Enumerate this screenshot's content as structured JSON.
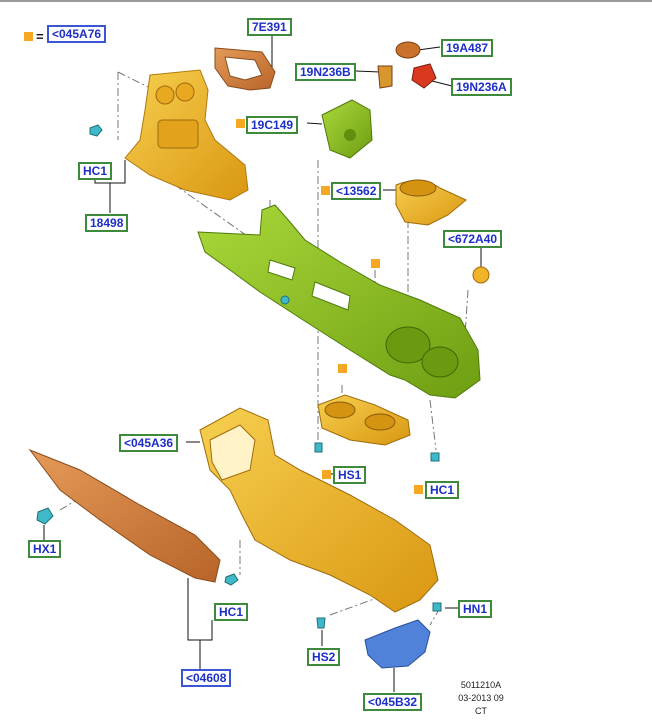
{
  "legend": {
    "equals": "=",
    "code": "<045A76"
  },
  "labels": {
    "7E391": "7E391",
    "19A487": "19A487",
    "19N236B": "19N236B",
    "19N236A": "19N236A",
    "19C149": "19C149",
    "HC1_top": "HC1",
    "18498": "18498",
    "13562": "<13562",
    "672A40": "<672A40",
    "045A36": "<045A36",
    "HS1": "HS1",
    "HC1_right": "HC1",
    "HX1": "HX1",
    "HC1_bottom": "HC1",
    "04608": "<04608",
    "HS2": "HS2",
    "HN1": "HN1",
    "045B32": "<045B32"
  },
  "footer": {
    "ref": "5011210A",
    "date": "03-2013 09",
    "region": "CT",
    "extra": ""
  },
  "colors": {
    "bezel": "#f2b21f",
    "console_main": "#8ac21f",
    "cupholder": "#f0b429",
    "lower_console": "#f0b429",
    "side_panel": "#d9823b",
    "bracket": "#4f82d8",
    "clip": "#3fb8c9",
    "frame": "#c9722c",
    "legend_square": "#f5a623"
  }
}
